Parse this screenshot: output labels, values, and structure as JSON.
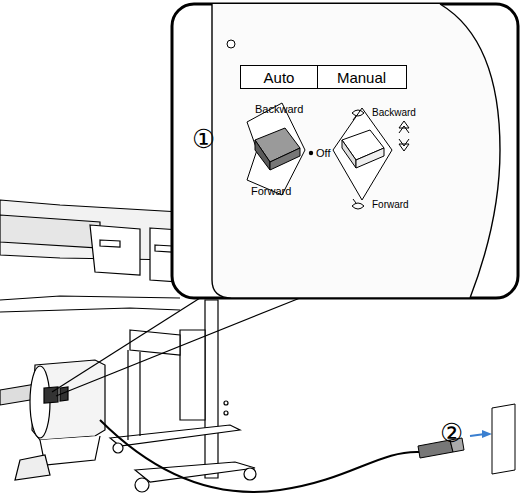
{
  "diagram": {
    "nodes": [
      {
        "text": [
          "Auto"
        ]
      },
      {
        "text": [
          "Manual"
        ]
      }
    ],
    "labels": [
      "①",
      "Backward",
      "Off",
      "Forward",
      "Backward",
      "Forward",
      "②"
    ]
  }
}
